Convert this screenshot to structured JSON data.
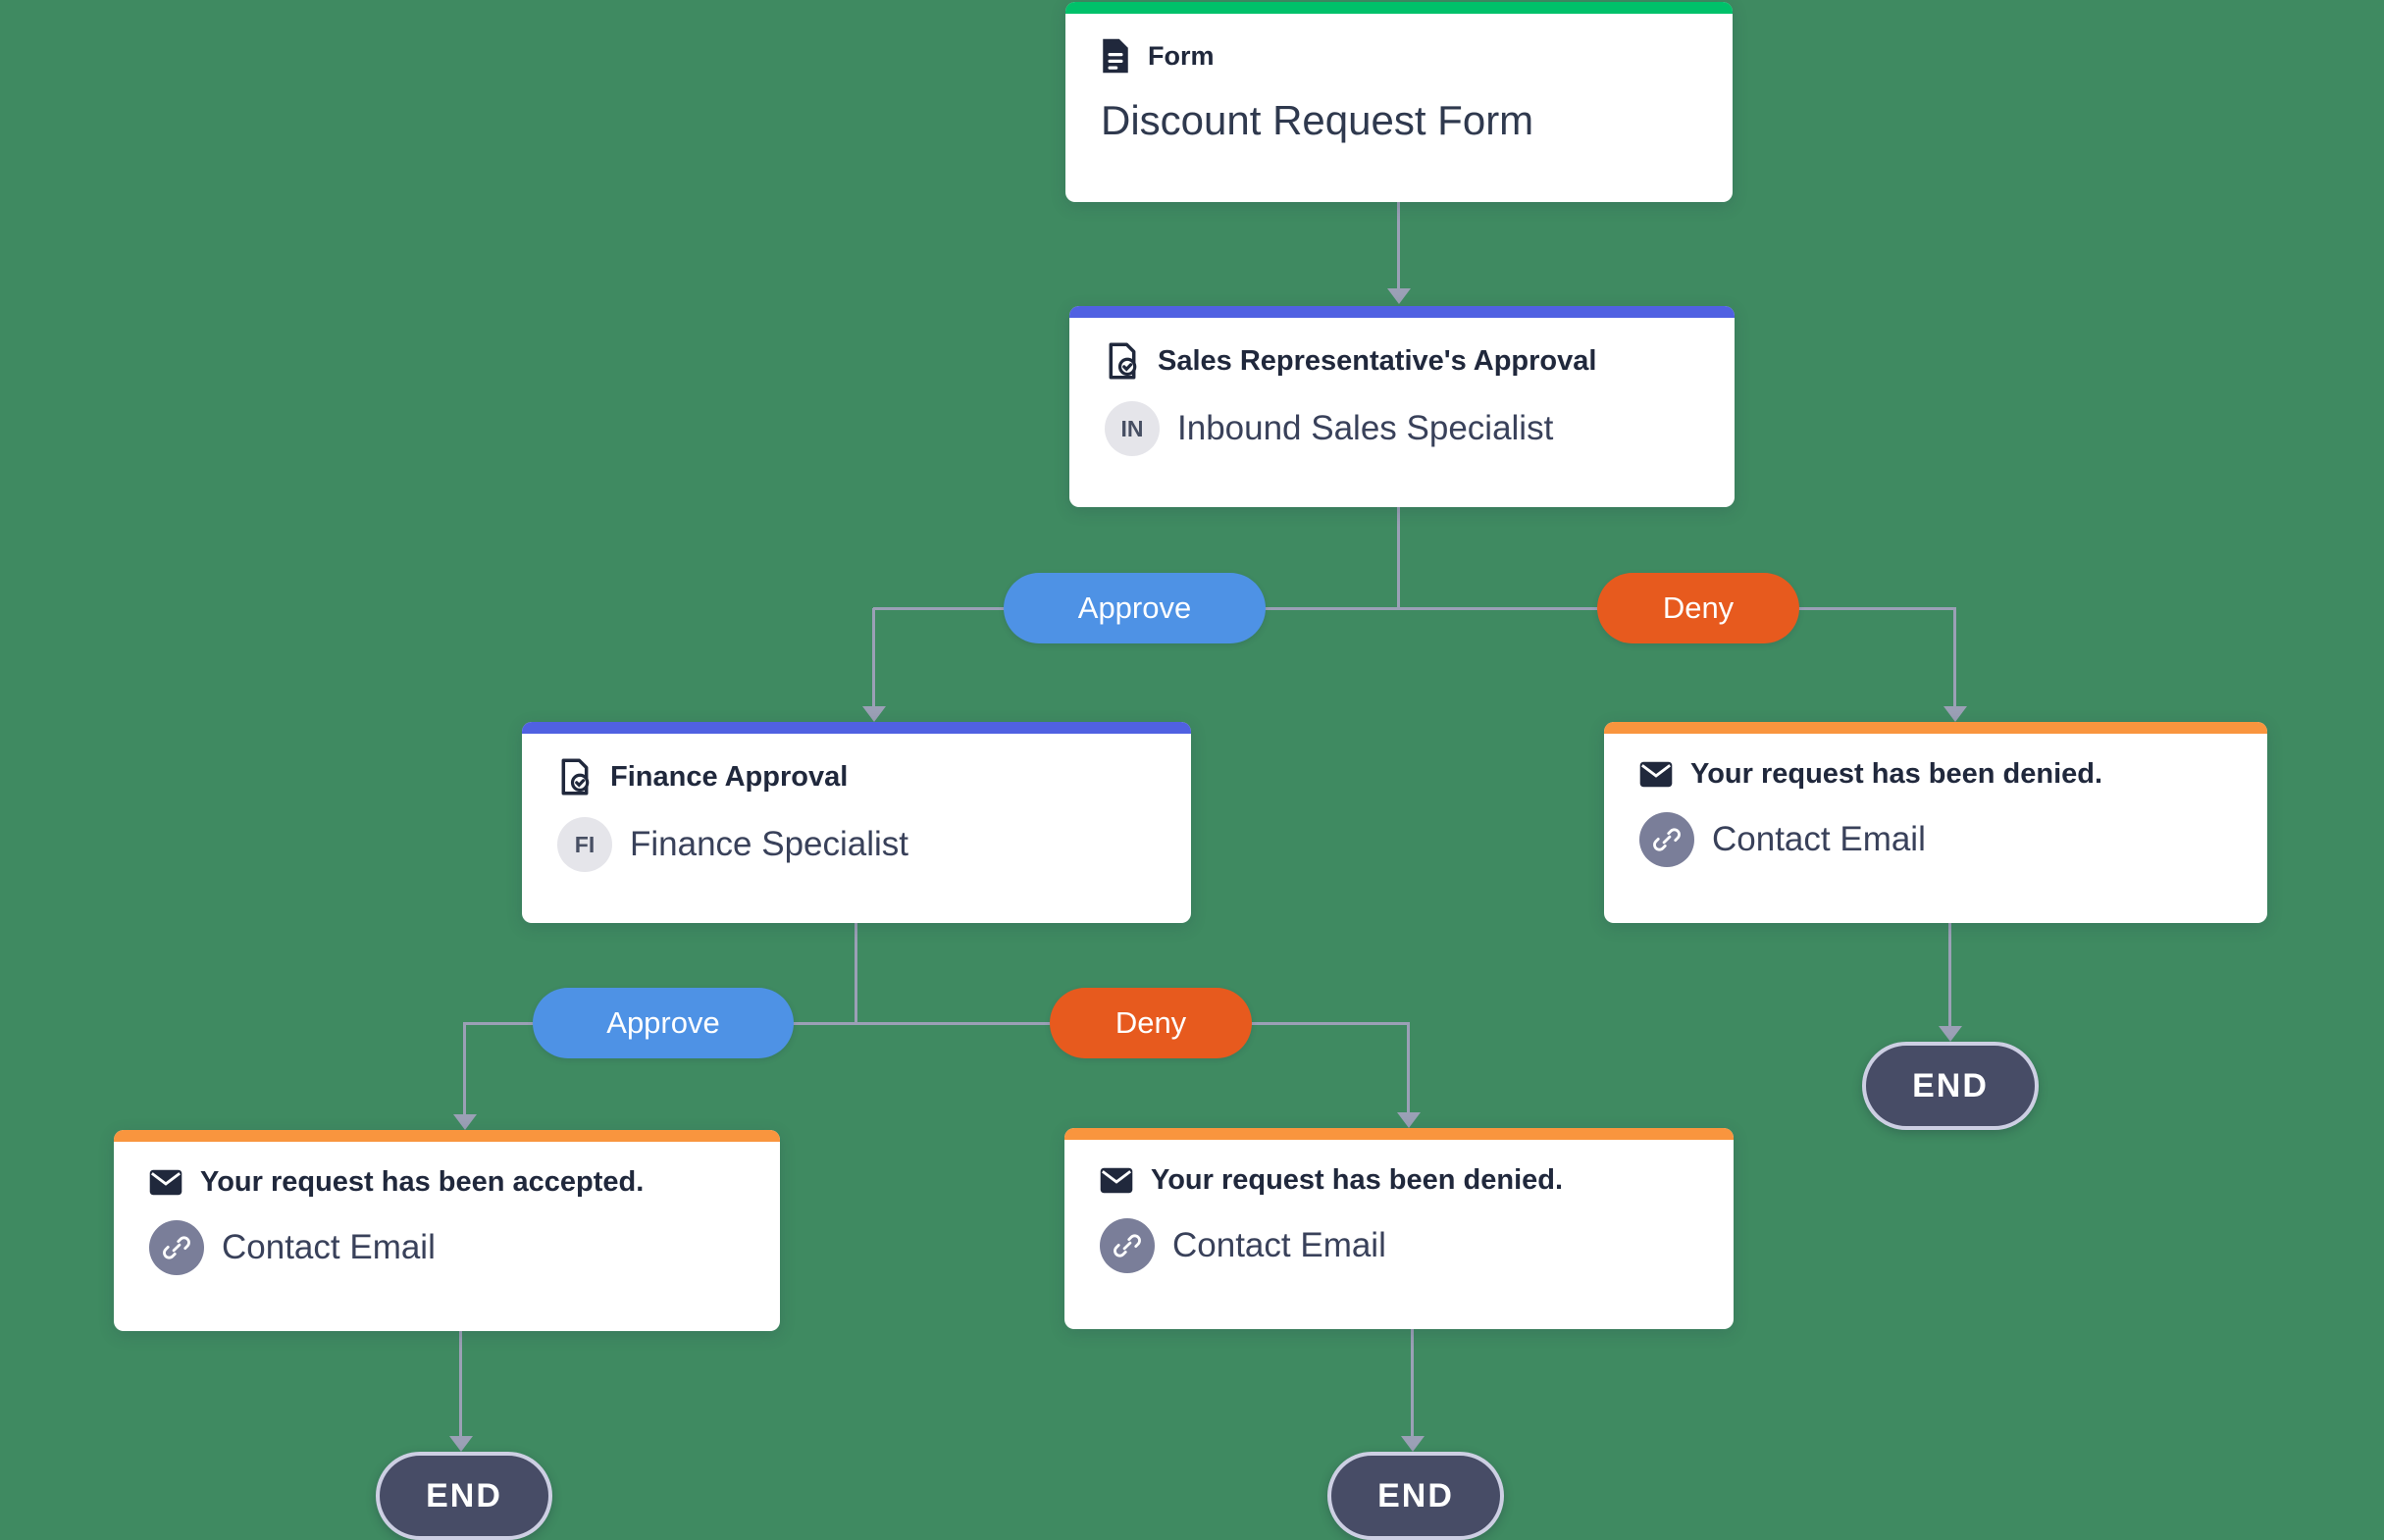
{
  "nodes": {
    "form": {
      "type_label": "Form",
      "title": "Discount Request Form"
    },
    "sales_approval": {
      "title": "Sales Representative's Approval",
      "assignee_initials": "IN",
      "assignee": "Inbound Sales Specialist"
    },
    "finance_approval": {
      "title": "Finance Approval",
      "assignee_initials": "FI",
      "assignee": "Finance Specialist"
    },
    "denied_right": {
      "title": "Your request has been denied.",
      "action": "Contact Email"
    },
    "accepted": {
      "title": "Your request has been accepted.",
      "action": "Contact Email"
    },
    "denied_bottom": {
      "title": "Your request has been denied.",
      "action": "Contact Email"
    },
    "end_label": "END"
  },
  "branches": {
    "approve": "Approve",
    "deny": "Deny"
  },
  "colors": {
    "background": "#3F8A61",
    "card_bg": "#FFFFFF",
    "accent_green": "#00C16A",
    "accent_blue": "#5061E2",
    "accent_orange": "#F9953E",
    "approve_pill": "#4E92E5",
    "deny_pill": "#E75A1E",
    "end_pill_bg": "#474C66",
    "end_pill_border": "#CDCFE3",
    "connector": "#9BA0B6",
    "title_text": "#20283C",
    "body_text": "#39415A"
  }
}
